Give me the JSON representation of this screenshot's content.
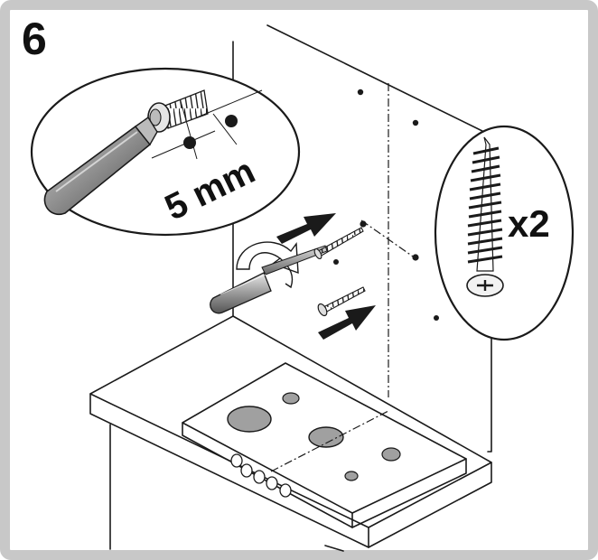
{
  "step": {
    "number": "6"
  },
  "detail": {
    "distance_label": "5 mm"
  },
  "screw_callout": {
    "quantity_label": "x2"
  },
  "colors": {
    "frame": "#c8c8c8",
    "ink": "#1a1a1a",
    "burner": "#a0a0a0",
    "tool_handle": "#8c8c8c"
  }
}
